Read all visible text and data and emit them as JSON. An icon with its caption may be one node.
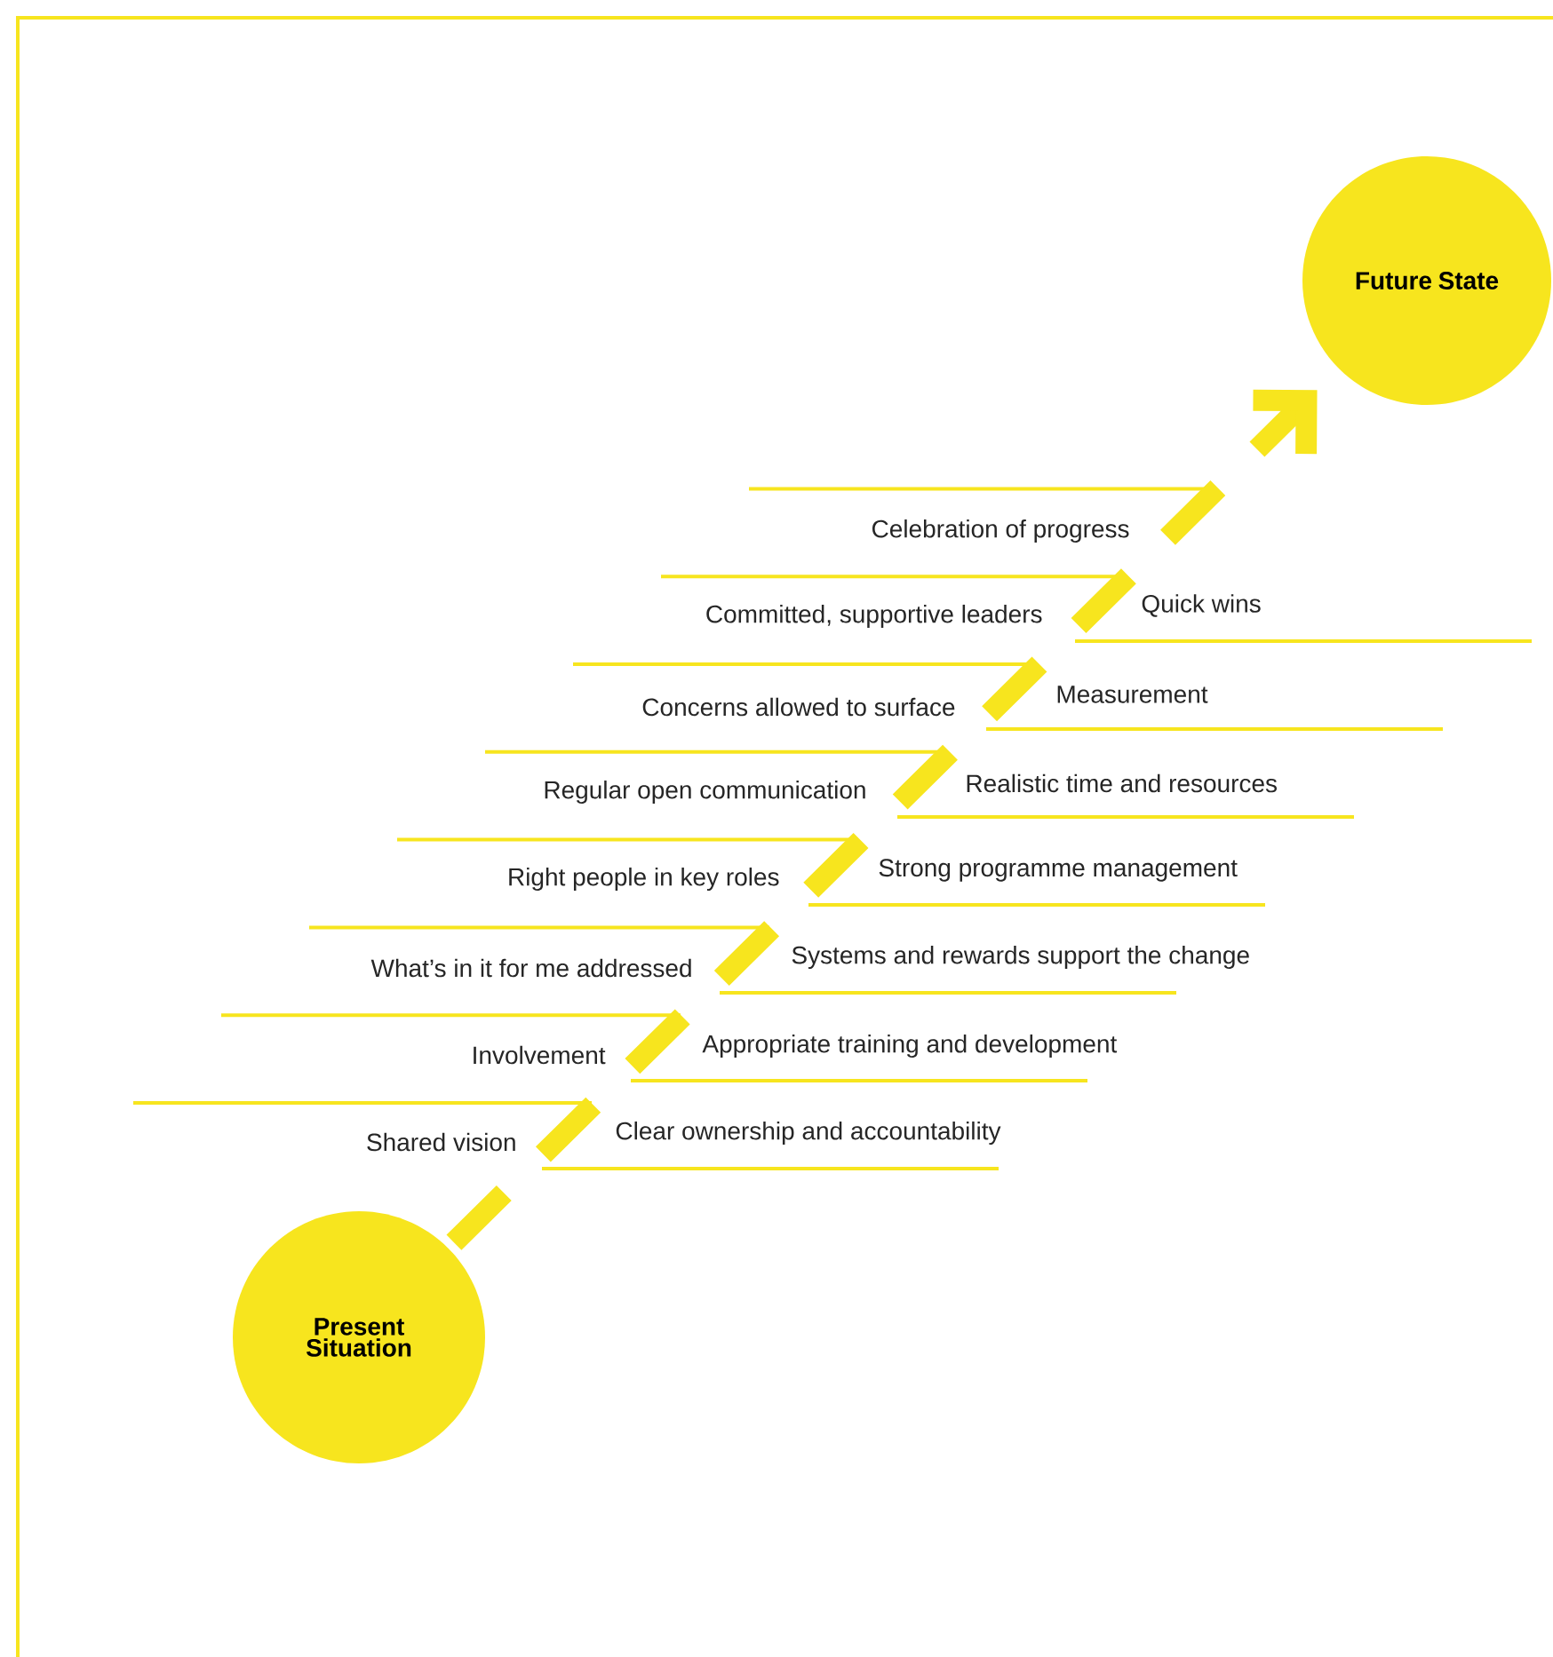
{
  "diagram": {
    "nodes": [
      {
        "text": [
          "Present Situation"
        ]
      },
      {
        "text": [
          "Future State"
        ]
      }
    ],
    "edges": [
      {
        "from": 0,
        "to": 1,
        "arrow": "to"
      }
    ],
    "labels": [
      "Celebration of progress",
      "Quick wins",
      "Committed, supportive leaders",
      "Measurement",
      "Concerns allowed to surface",
      "Realistic time and resources",
      "Regular open communication",
      "Strong programme management",
      "Right people in key roles",
      "Systems and rewards support the change",
      "What’s in it for me addressed",
      "Appropriate training and development",
      "Involvement",
      "Clear ownership and accountability",
      "Shared vision"
    ]
  }
}
